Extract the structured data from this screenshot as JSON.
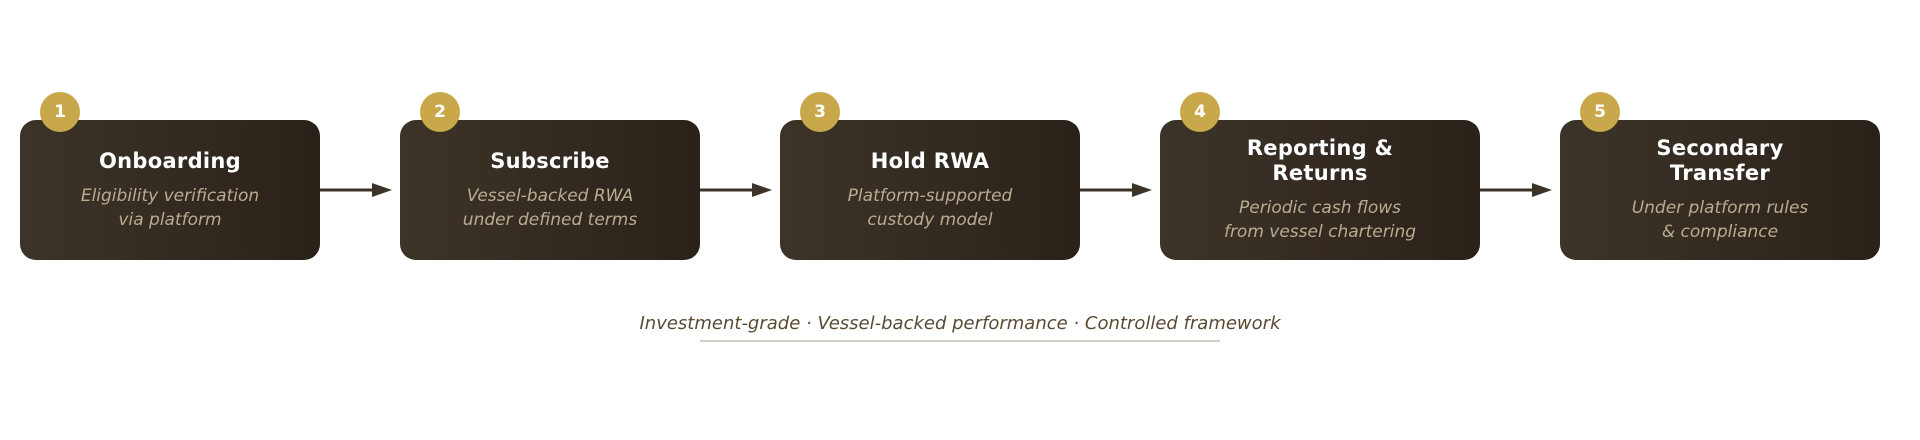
{
  "colors": {
    "box_gradient_start": "#3d3429",
    "box_gradient_end": "#2a2119",
    "badge": "#c9a84c",
    "title_text": "#ffffff",
    "description_text": "#b8ad90",
    "arrow": "#3d3429",
    "tagline_text": "#5a4a32",
    "divider": "#d4d0c8"
  },
  "steps": [
    {
      "number": "1",
      "title": "Onboarding",
      "description": "Eligibility verification\nvia platform"
    },
    {
      "number": "2",
      "title": "Subscribe",
      "description": "Vessel-backed RWA\nunder defined terms"
    },
    {
      "number": "3",
      "title": "Hold RWA",
      "description": "Platform-supported\ncustody model"
    },
    {
      "number": "4",
      "title": "Reporting &\nReturns",
      "description": "Periodic cash flows\nfrom vessel chartering"
    },
    {
      "number": "5",
      "title": "Secondary\nTransfer",
      "description": "Under platform rules\n& compliance"
    }
  ],
  "tagline": "Investment-grade · Vessel-backed performance · Controlled framework"
}
